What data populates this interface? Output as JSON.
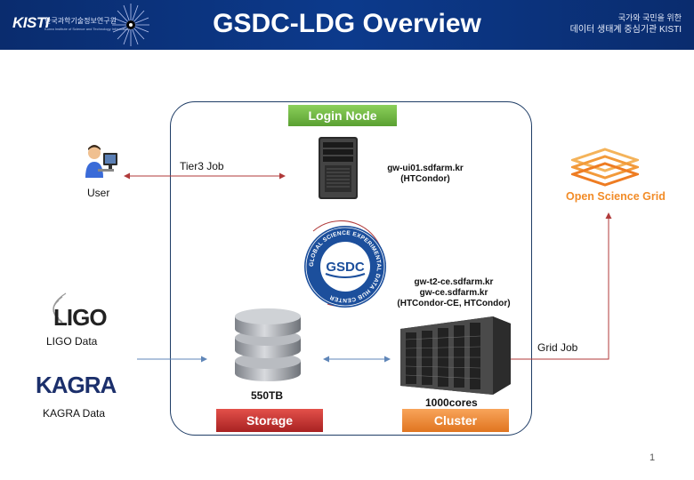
{
  "header": {
    "logo_text": "KISTI",
    "logo_name": "한국과학기술정보연구원",
    "logo_sub": "Korea Institute of Science and Technology Information",
    "title": "GSDC-LDG Overview",
    "slogan_line1": "국가와 국민을 위한",
    "slogan_line2": "데이터 생태계 중심기관 KISTI"
  },
  "nodes": {
    "login_label": "Login Node",
    "login_host": "gw-ui01.sdfarm.kr",
    "login_software": "(HTCondor)",
    "ce_host1": "gw-t2-ce.sdfarm.kr",
    "ce_host2": "gw-ce.sdfarm.kr",
    "ce_software": "(HTCondor-CE, HTCondor)",
    "storage_capacity": "550TB",
    "storage_label": "Storage",
    "cluster_capacity": "1000cores",
    "cluster_label": "Cluster"
  },
  "external": {
    "user_label": "User",
    "tier3_job": "Tier3 Job",
    "ligo_logo": "LIGO",
    "ligo_data": "LIGO Data",
    "kagra_logo": "KAGRA",
    "kagra_data": "KAGRA Data",
    "osg_label": "Open Science Grid",
    "grid_job": "Grid Job"
  },
  "gsdc_seal": {
    "center_text": "GSDC",
    "ring_text": "GLOBAL SCIENCE EXPERIMENTAL DATA HUB CENTER"
  },
  "page_number": "1",
  "colors": {
    "header_bg": "#0c3a8c",
    "login_green": "#6fb443",
    "storage_red": "#c0302c",
    "cluster_orange": "#f08a34",
    "osg_orange": "#f28c28",
    "tier3_arrow": "#b03a3a",
    "data_arrow": "#5f86b8",
    "frame": "#1f3d66"
  }
}
